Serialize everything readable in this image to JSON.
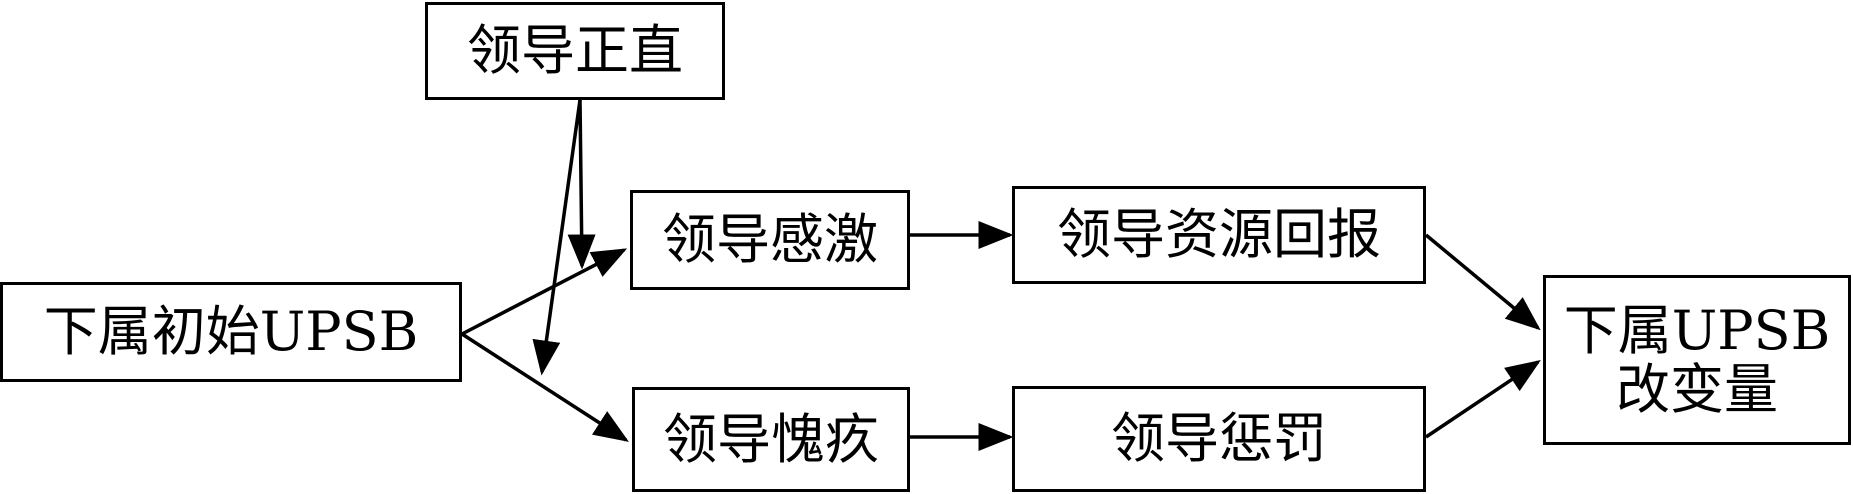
{
  "diagram": {
    "nodes": {
      "leader_integrity": "领导正直",
      "subordinate_initial_upsb": "下属初始UPSB",
      "leader_gratitude": "领导感激",
      "leader_guilt": "领导愧疚",
      "leader_resource_reward": "领导资源回报",
      "leader_punishment": "领导惩罚",
      "subordinate_upsb_change_line1": "下属UPSB",
      "subordinate_upsb_change_line2": "改变量"
    },
    "colors": {
      "stroke": "#000000",
      "background": "#ffffff"
    }
  }
}
